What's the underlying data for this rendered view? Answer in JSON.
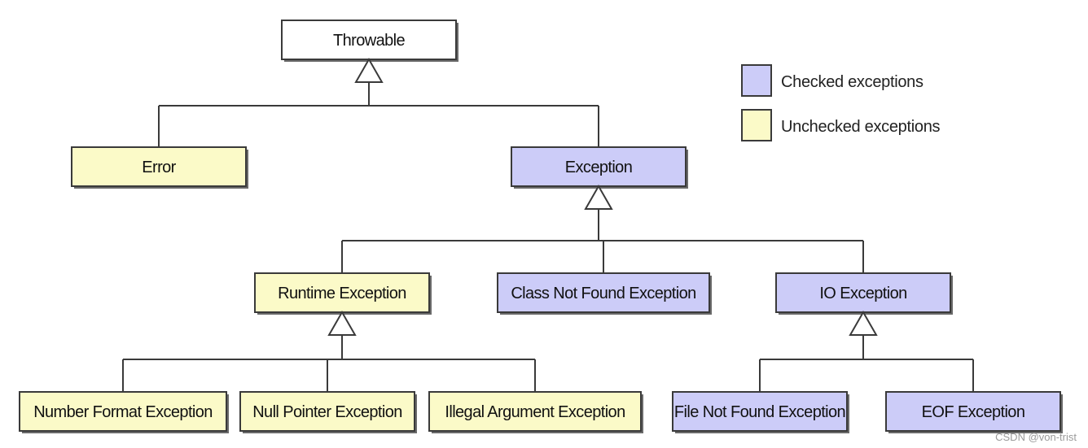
{
  "colors": {
    "checked": "#ccccf8",
    "unchecked": "#fbfac8",
    "root": "#ffffff",
    "line": "#3a3a3a"
  },
  "nodes": {
    "throwable": {
      "label": "Throwable",
      "kind": "root"
    },
    "error": {
      "label": "Error",
      "kind": "unchecked"
    },
    "exception": {
      "label": "Exception",
      "kind": "checked"
    },
    "runtime_exception": {
      "label": "Runtime Exception",
      "kind": "unchecked"
    },
    "class_not_found": {
      "label": "Class Not Found Exception",
      "kind": "checked"
    },
    "io_exception": {
      "label": "IO Exception",
      "kind": "checked"
    },
    "number_format": {
      "label": "Number Format Exception",
      "kind": "unchecked"
    },
    "null_pointer": {
      "label": "Null Pointer Exception",
      "kind": "unchecked"
    },
    "illegal_argument": {
      "label": "Illegal Argument Exception",
      "kind": "unchecked"
    },
    "file_not_found": {
      "label": "File Not Found Exception",
      "kind": "checked"
    },
    "eof_exception": {
      "label": "EOF Exception",
      "kind": "checked"
    }
  },
  "edges": [
    {
      "from": "error",
      "to": "throwable"
    },
    {
      "from": "exception",
      "to": "throwable"
    },
    {
      "from": "runtime_exception",
      "to": "exception"
    },
    {
      "from": "class_not_found",
      "to": "exception"
    },
    {
      "from": "io_exception",
      "to": "exception"
    },
    {
      "from": "number_format",
      "to": "runtime_exception"
    },
    {
      "from": "null_pointer",
      "to": "runtime_exception"
    },
    {
      "from": "illegal_argument",
      "to": "runtime_exception"
    },
    {
      "from": "file_not_found",
      "to": "io_exception"
    },
    {
      "from": "eof_exception",
      "to": "io_exception"
    }
  ],
  "legend": {
    "checked_label": "Checked exceptions",
    "unchecked_label": "Unchecked exceptions"
  },
  "watermark": "CSDN @von-trist"
}
